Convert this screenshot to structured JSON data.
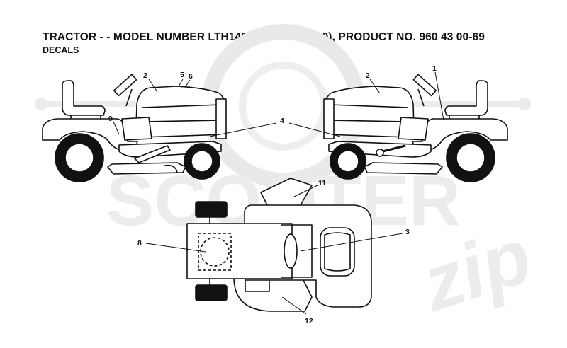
{
  "header": {
    "title": "TRACTOR - - MODEL NUMBER LTH1438 (96043006900), PRODUCT NO. 960 43 00-69",
    "subtitle": "DECALS"
  },
  "watermark": {
    "word": "SCOOTER",
    "script": "zip"
  },
  "callouts": {
    "c1": "1",
    "c2_left": "2",
    "c2_right": "2",
    "c3": "3",
    "c4": "4",
    "c5": "5",
    "c6": "6",
    "c8": "8",
    "c9": "9",
    "c11": "11",
    "c12": "12"
  },
  "colors": {
    "line": "#111111",
    "watermark": "#e6e6e6",
    "tire": "#111111"
  }
}
